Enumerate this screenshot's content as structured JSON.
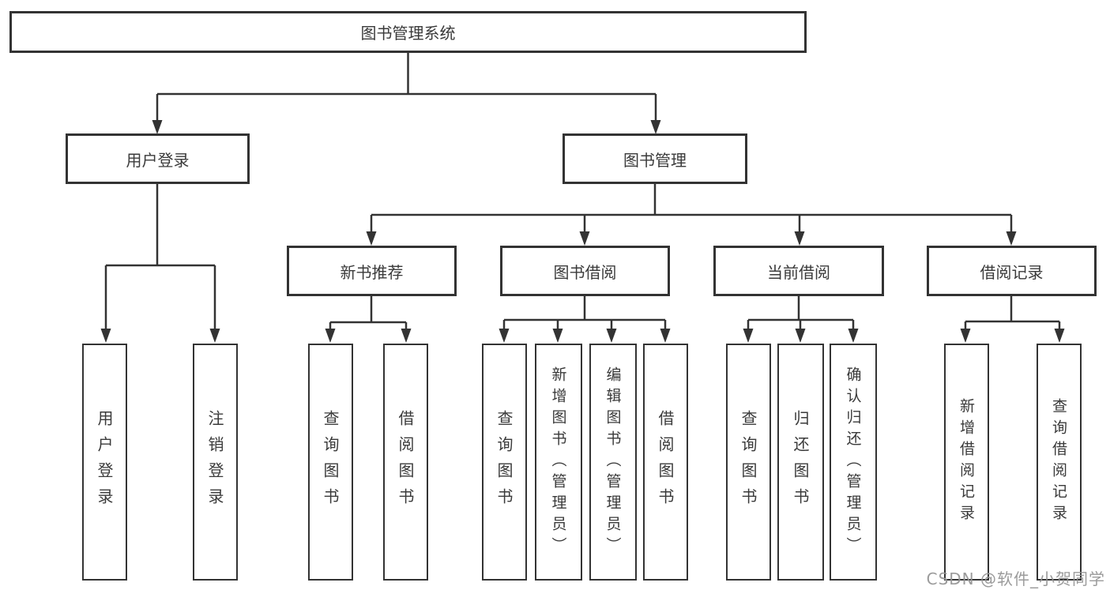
{
  "diagram_type": "functional-structure-tree",
  "tree": {
    "label": "图书管理系统",
    "children": [
      {
        "label": "用户登录",
        "children": [
          {
            "label": "用户登录"
          },
          {
            "label": "注销登录"
          }
        ]
      },
      {
        "label": "图书管理",
        "children": [
          {
            "label": "新书推荐",
            "children": [
              {
                "label": "查询图书"
              },
              {
                "label": "借阅图书"
              }
            ]
          },
          {
            "label": "图书借阅",
            "children": [
              {
                "label": "查询图书"
              },
              {
                "label": "新增图书（管理员）"
              },
              {
                "label": "编辑图书（管理员）"
              },
              {
                "label": "借阅图书"
              }
            ]
          },
          {
            "label": "当前借阅",
            "children": [
              {
                "label": "查询图书"
              },
              {
                "label": "归还图书"
              },
              {
                "label": "确认归还（管理员）"
              }
            ]
          },
          {
            "label": "借阅记录",
            "children": [
              {
                "label": "新增借阅记录"
              },
              {
                "label": "查询借阅记录"
              }
            ]
          }
        ]
      }
    ]
  },
  "watermark": {
    "text": "CSDN @软件_小贺同学"
  },
  "colors": {
    "line": "#333333",
    "box_border": "#333333",
    "text": "#3a3a3a",
    "watermark": "#969696",
    "background": "#ffffff"
  }
}
